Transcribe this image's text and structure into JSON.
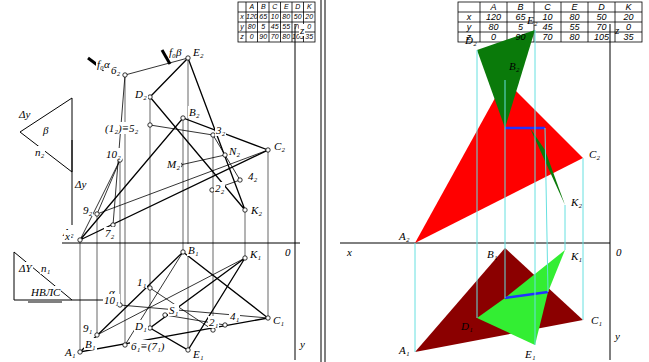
{
  "diagram": {
    "labels": [
      "A",
      "B",
      "C",
      "E",
      "D",
      "K",
      "x",
      "120",
      "65",
      "10",
      "80",
      "50",
      "20",
      "y",
      "80",
      "5",
      "45",
      "55",
      "70",
      "0",
      "z",
      "0",
      "90",
      "70",
      "80",
      "105",
      "35",
      "A",
      "B",
      "C",
      "E",
      "D",
      "K",
      "x",
      "120",
      "65",
      "10",
      "80",
      "50",
      "20",
      "y",
      "80",
      "5",
      "45",
      "55",
      "70",
      "0",
      "z",
      "0",
      "90",
      "70",
      "80",
      "105",
      "35",
      "f₀α",
      "f₀β",
      "6₂",
      "E₂",
      "D₂",
      "B₂",
      "(1₂)≡5₂",
      "3₂",
      "N₂",
      "C₂",
      "10₂",
      "M₂",
      "4₂",
      "2₂",
      "K₂",
      "9₂",
      "7₂",
      "A₂",
      "x",
      "z",
      "0",
      "y",
      "Δy",
      "β",
      "n₂",
      "Δy",
      "ΔY",
      "n₁",
      "НВЛС",
      "α",
      "B₁",
      "1₁",
      "K₁",
      "10₁",
      "S₁",
      "9₁",
      "D₁",
      "C₁",
      "2₁",
      "4₁",
      "B₁",
      "A₁",
      "6₁≡(7₁)",
      "E₁",
      "D₂",
      "B₂",
      "E₂",
      "C₂",
      "K₂",
      "A₂",
      "x",
      "z",
      "0",
      "y",
      "B₁",
      "K₁",
      "C₁",
      "D₁",
      "E₁",
      "A₁"
    ]
  }
}
